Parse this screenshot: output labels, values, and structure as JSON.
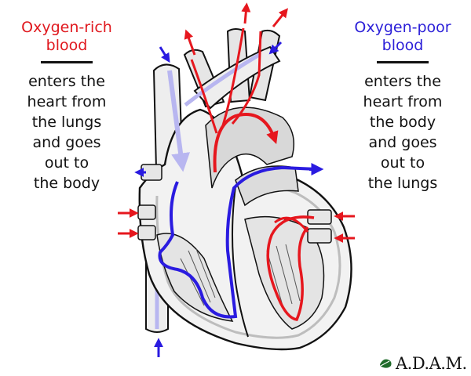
{
  "left_panel": {
    "title_lines": [
      "Oxygen-rich",
      "blood"
    ],
    "title_color": "#e0181e",
    "description_lines": [
      "enters the",
      "heart from",
      "the lungs",
      "and goes",
      "out to",
      "the body"
    ]
  },
  "right_panel": {
    "title_lines": [
      "Oxygen-poor",
      "blood"
    ],
    "title_color": "#2b1fd8",
    "description_lines": [
      "enters the",
      "heart from",
      "the body",
      "and goes",
      "out to",
      "the lungs"
    ]
  },
  "logo": {
    "text": "A.D.A.M.",
    "icon": "leaf-icon"
  },
  "colors": {
    "oxygen_rich": "#e6171e",
    "oxygen_poor": "#2a1be0",
    "vessel_light": "#b8b6f0",
    "heart_fill": "#f2f2f2",
    "heart_shade": "#bdbdbd",
    "outline": "#111111"
  }
}
